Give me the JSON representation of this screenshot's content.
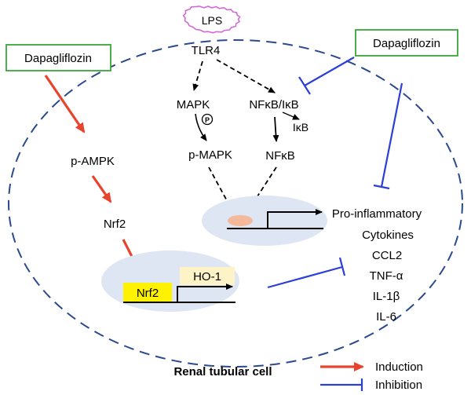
{
  "stimulus": {
    "label": "LPS"
  },
  "receptor": {
    "label": "TLR4"
  },
  "drugs": {
    "left": "Dapagliflozin",
    "right": "Dapagliflozin"
  },
  "mapk_pathway": {
    "mapk": "MAPK",
    "phospho_symbol": "P",
    "p_mapk": "p-MAPK"
  },
  "nfkb_pathway": {
    "complex": "NFκB/IκB",
    "ikb": "IκB",
    "nfkb": "NFκB"
  },
  "ampk_pathway": {
    "p_ampk": "p-AMPK",
    "nrf2": "Nrf2"
  },
  "nucleus_inflammation": {
    "products": [
      "Pro-inflammatory",
      "Cytokines",
      "CCL2",
      "TNF-α",
      "IL-1β",
      "IL-6"
    ]
  },
  "nucleus_antioxidant": {
    "nrf2_box": "Nrf2",
    "ho1_box": "HO-1"
  },
  "cell": {
    "label": "Renal tubular cell"
  },
  "legend": {
    "induction": {
      "label": "Induction",
      "color": "#e8432e"
    },
    "inhibition": {
      "label": "Inhibition",
      "color": "#2b3fd6"
    }
  },
  "colors": {
    "membrane": "#2a4a8c",
    "nucleus_fill": "#dde6f2",
    "drug_box_border": "#3aa63a",
    "lps_glow": "#d26ad6",
    "nrf2_box_fill": "#fff200",
    "ho1_box_fill": "#fdf3c6",
    "transcription_factor_oval": "#f4b89a"
  }
}
